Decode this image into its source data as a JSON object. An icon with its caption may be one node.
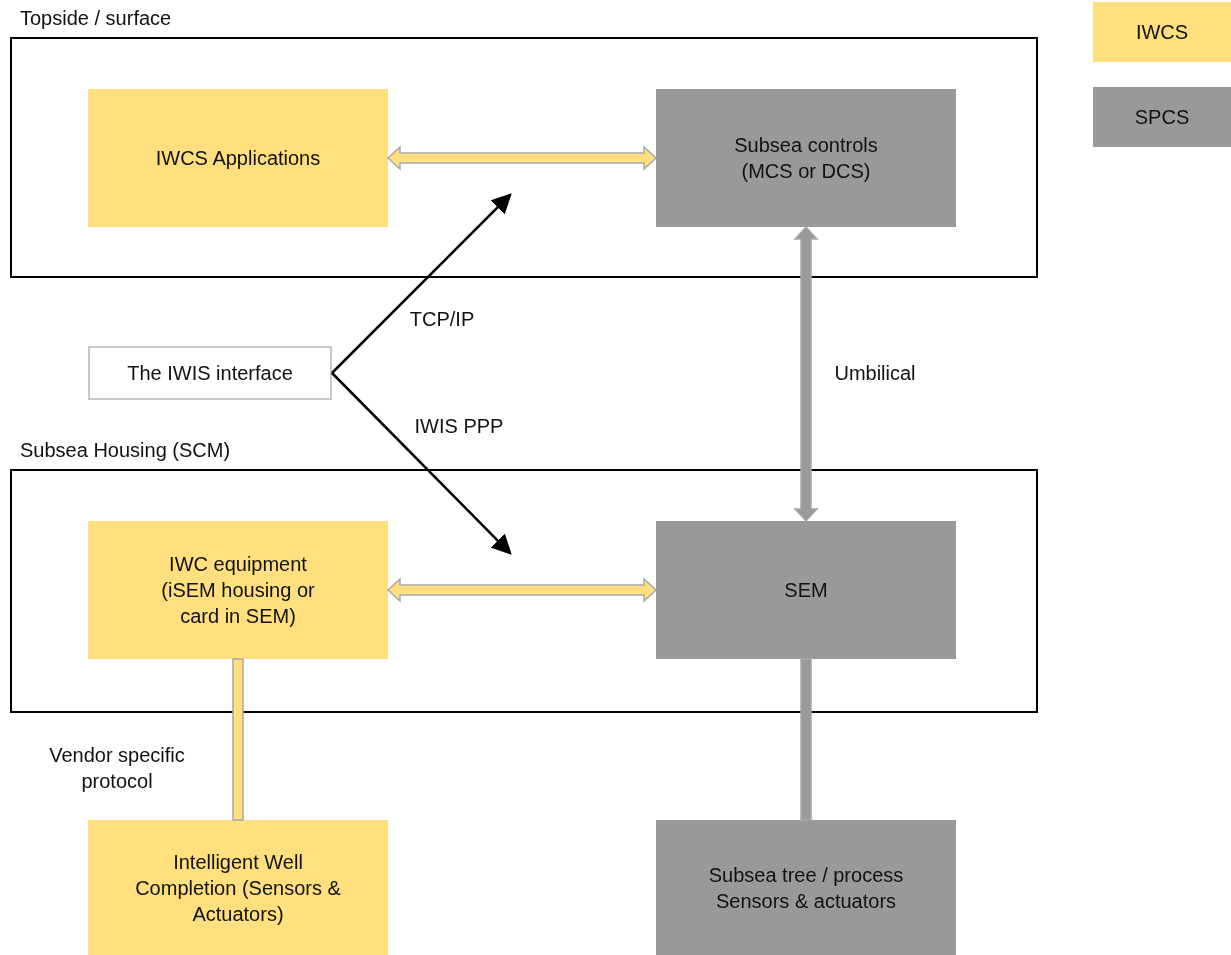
{
  "diagram": {
    "nodes": [
      {
        "text": [
          "Topside / surface"
        ]
      },
      {
        "text": [
          "IWCS Applications"
        ],
        "in": 0
      },
      {
        "text": [
          "Subsea controls (MCS or DCS)"
        ],
        "in": 0
      },
      {
        "text": [
          "The IWIS interface"
        ]
      },
      {
        "text": [
          "Subsea Housing (SCM)"
        ]
      },
      {
        "text": [
          "IWC equipment (iSEM housing or card in SEM)"
        ],
        "in": 4
      },
      {
        "text": [
          "SEM"
        ],
        "in": 4
      },
      {
        "text": [
          "Intelligent Well Completion (Sensors & Actuators)"
        ]
      },
      {
        "text": [
          "Subsea tree / process Sensors & actuators"
        ]
      }
    ],
    "edges": [
      {
        "from": 1,
        "to": 2,
        "arrow": "both",
        "style": "thick",
        "color": "#ffdf7e"
      },
      {
        "from": 3,
        "to": 0,
        "arrow": "to",
        "label": "TCP/IP"
      },
      {
        "from": 3,
        "to": 4,
        "arrow": "to",
        "label": "IWIS PPP"
      },
      {
        "from": 2,
        "to": 6,
        "arrow": "both",
        "style": "thick",
        "color": "#999999",
        "label": "Umbilical"
      },
      {
        "from": 5,
        "to": 6,
        "arrow": "both",
        "style": "thick",
        "color": "#ffdf7e"
      },
      {
        "from": 5,
        "to": 7,
        "arrow": "none",
        "style": "thick",
        "color": "#ffdf7e",
        "label": "Vendor specific protocol"
      },
      {
        "from": 6,
        "to": 8,
        "arrow": "none",
        "style": "thick",
        "color": "#999999"
      }
    ],
    "legend": [
      {
        "text": "IWCS",
        "color": "#ffdf7e"
      },
      {
        "text": "SPCS",
        "color": "#999999"
      }
    ]
  }
}
